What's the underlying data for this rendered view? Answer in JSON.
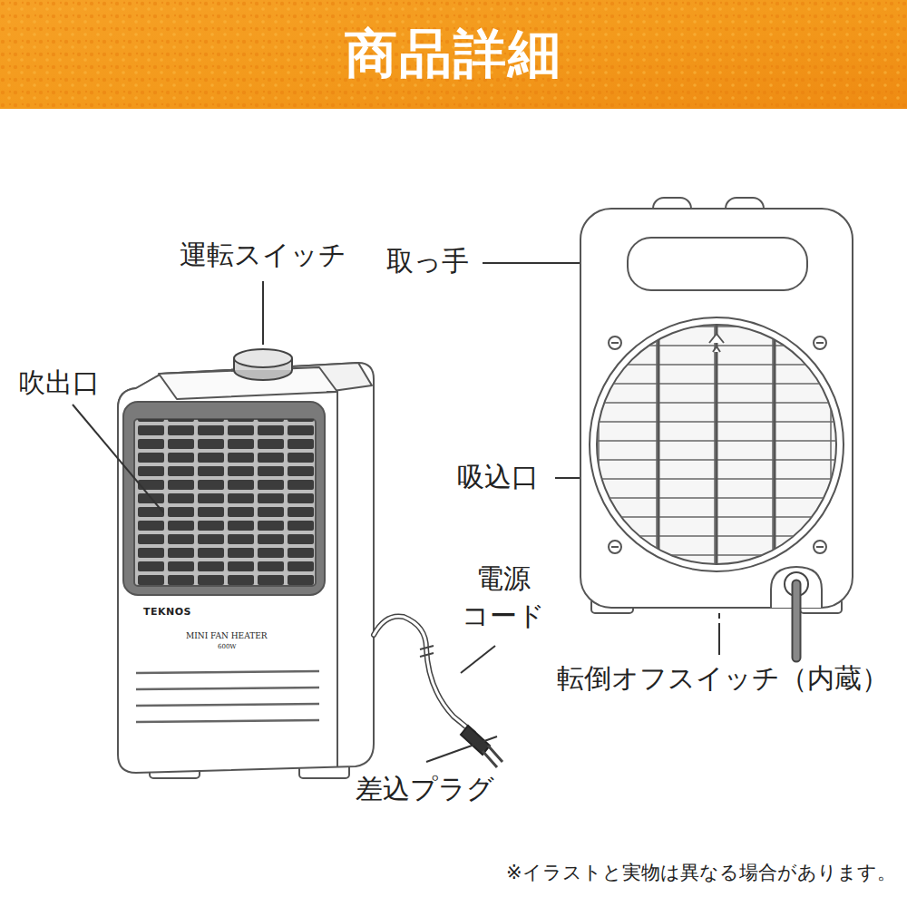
{
  "diagram": {
    "title": "商品詳細",
    "caption": "※イラストと実物は異なる場合があります。",
    "labels": [
      "運転スイッチ",
      "取っ手",
      "吹出口",
      "吸込口",
      "電源 コード",
      "TEKNOS",
      "MINI FAN HEATER",
      "600W",
      "差込プラグ",
      "転倒オフスイッチ（内蔵）"
    ]
  }
}
